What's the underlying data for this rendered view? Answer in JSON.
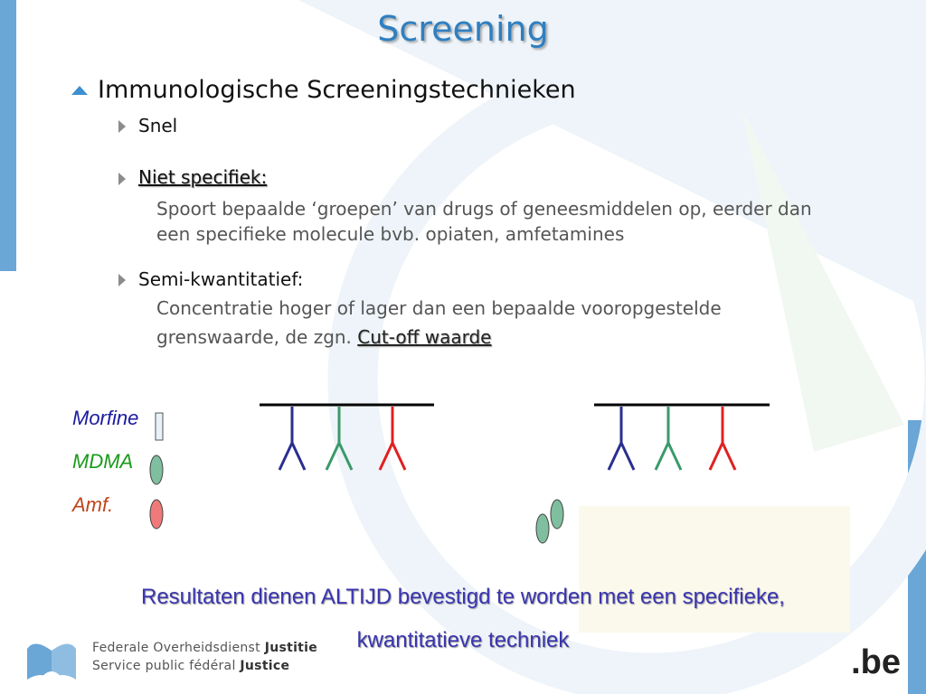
{
  "slide": {
    "title": "Screening",
    "main_bullet": "Immunologische Screeningstechnieken",
    "sub_bullets": [
      {
        "label": "Snel"
      },
      {
        "label": "Niet specifiek:",
        "detail_line1": "Spoort bepaalde ‘groepen’ van drugs of geneesmiddelen op, eerder dan",
        "detail_line2": "een specifieke molecule bvb. opiaten, amfetamines"
      },
      {
        "label": "Semi-kwantitatief:",
        "detail_line1": "Concentratie hoger of lager dan een bepaalde vooropgestelde",
        "detail_line2_prefix": "grenswaarde, de zgn.",
        "detail_highlight": "Cut-off waarde"
      }
    ]
  },
  "legend": {
    "items": [
      {
        "label": "Morfine",
        "color": "#1a1aa0",
        "shape_color": "#e8f2f8"
      },
      {
        "label": "MDMA",
        "color": "#1a9a1a",
        "shape_color": "#7fbf9f"
      },
      {
        "label": "Amf.",
        "color": "#c0451a",
        "shape_color": "#f07a7a"
      }
    ]
  },
  "antibody_colors": [
    "#2a2f8f",
    "#3a9a6a",
    "#e02020"
  ],
  "conclusion": {
    "line1": "Resultaten dienen ALTIJD bevestigd te worden met een specifieke,",
    "line2": "kwantitatieve techniek"
  },
  "footer": {
    "line1_prefix": "Federale Overheidsdienst",
    "line1_bold": "Justitie",
    "line2_prefix": "Service public fédéral",
    "line2_bold": "Justice",
    "domain_logo": ".be"
  }
}
